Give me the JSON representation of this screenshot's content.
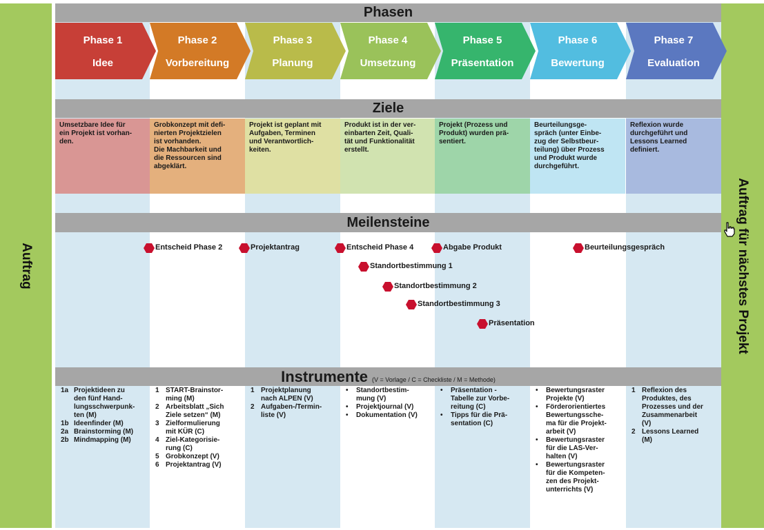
{
  "colors": {
    "sideband": "#a3c95e",
    "section_bar": "#a6a6a6",
    "column_light": "#d6e8f2",
    "milestone_marker": "#c8102e"
  },
  "left_band": {
    "label": "Auftrag"
  },
  "right_band": {
    "label": "Auftrag für nächstes Projekt"
  },
  "sections": {
    "phasen": "Phasen",
    "ziele": "Ziele",
    "meilensteine": "Meilensteine",
    "instrumente": "Instrumente",
    "instrumente_legend": "(V = Vorlage / C = Checkliste / M = Methode)"
  },
  "phases": [
    {
      "label": "Phase 1",
      "name": "Idee",
      "color": "#c73f37",
      "goal_color": "#d99694"
    },
    {
      "label": "Phase 2",
      "name": "Vorbereitung",
      "color": "#d37a26",
      "goal_color": "#e4b07d"
    },
    {
      "label": "Phase 3",
      "name": "Planung",
      "color": "#b9bb4a",
      "goal_color": "#dfe0a3"
    },
    {
      "label": "Phase 4",
      "name": "Umsetzung",
      "color": "#9ac25a",
      "goal_color": "#d1e3b0"
    },
    {
      "label": "Phase 5",
      "name": "Präsentation",
      "color": "#36b56d",
      "goal_color": "#9ed5a9"
    },
    {
      "label": "Phase 6",
      "name": "Bewertung",
      "color": "#52bde0",
      "goal_color": "#bfe5f3"
    },
    {
      "label": "Phase 7",
      "name": "Evaluation",
      "color": "#5b78c0",
      "goal_color": "#a8badf"
    }
  ],
  "goals": [
    [
      "Umsetzbare Idee für",
      "ein Projekt ist vorhan-",
      "den."
    ],
    [
      "Grobkonzept mit defi-",
      "nierten Projektzielen",
      "ist vorhanden.",
      "Die Machbarkeit und",
      "die Ressourcen sind",
      "abgeklärt."
    ],
    [
      "Projekt ist geplant mit",
      "Aufgaben, Terminen",
      "und Verantwortlich-",
      "keiten."
    ],
    [
      "Produkt ist in der ver-",
      "einbarten Zeit, Quali-",
      "tät und Funktionalität",
      "erstellt."
    ],
    [
      "Projekt (Prozess und",
      "Produkt) wurden prä-",
      "sentiert."
    ],
    [
      "Beurteilungsge-",
      "spräch (unter Einbe-",
      "zug der Selbstbeur-",
      "teilung) über Prozess",
      "und Produkt wurde",
      "durchgeführt."
    ],
    [
      "Reflexion wurde",
      "durchgeführt und",
      "Lessons Learned",
      "definiert."
    ]
  ],
  "milestones": [
    "Entscheid Phase 2",
    "Projektantrag",
    "Entscheid Phase 4",
    "Abgabe Produkt",
    "Beurteilungsgespräch",
    "Standortbestimmung 1",
    "Standortbestimmung 2",
    "Standortbestimmung 3",
    "Präsentation"
  ],
  "instruments": [
    [
      {
        "n": "1a",
        "lines": [
          "Projektideen zu",
          "den fünf Hand-",
          "lungsschwerpunk-",
          "ten (M)"
        ]
      },
      {
        "n": "1b",
        "lines": [
          "Ideenfinder (M)"
        ]
      },
      {
        "n": "2a",
        "lines": [
          "Brainstorming (M)"
        ]
      },
      {
        "n": "2b",
        "lines": [
          "Mindmapping (M)"
        ]
      }
    ],
    [
      {
        "n": "1",
        "lines": [
          "START-Brainstor-",
          "ming (M)"
        ]
      },
      {
        "n": "2",
        "lines": [
          "Arbeitsblatt „Sich",
          "Ziele setzen“ (M)"
        ]
      },
      {
        "n": "3",
        "lines": [
          "Zielformulierung",
          "mit KÜR (C)"
        ]
      },
      {
        "n": "4",
        "lines": [
          "Ziel-Kategorisie-",
          "rung (C)"
        ]
      },
      {
        "n": "5",
        "lines": [
          "Grobkonzept (V)"
        ]
      },
      {
        "n": "6",
        "lines": [
          "Projektantrag (V)"
        ]
      }
    ],
    [
      {
        "n": "1",
        "lines": [
          "Projektplanung",
          "nach ALPEN (V)"
        ]
      },
      {
        "n": "2",
        "lines": [
          "Aufgaben-/Termin-",
          "liste (V)"
        ]
      }
    ],
    [
      {
        "n": "•",
        "lines": [
          "Standortbestim-",
          "mung (V)"
        ]
      },
      {
        "n": "•",
        "lines": [
          "Projektjournal (V)"
        ]
      },
      {
        "n": "•",
        "lines": [
          "Dokumentation (V)"
        ]
      }
    ],
    [
      {
        "n": "•",
        "lines": [
          "Präsentation -",
          "Tabelle zur Vorbe-",
          "reitung (C)"
        ]
      },
      {
        "n": "•",
        "lines": [
          "Tipps für die Prä-",
          "sentation (C)"
        ]
      }
    ],
    [
      {
        "n": "•",
        "lines": [
          "Bewertungsraster",
          "Projekte (V)"
        ]
      },
      {
        "n": "•",
        "lines": [
          "Förderorientiertes",
          "Bewertungssche-",
          "ma für die Projekt-",
          "arbeit (V)"
        ]
      },
      {
        "n": "•",
        "lines": [
          "Bewertungsraster",
          "für die LAS-Ver-",
          "halten (V)"
        ]
      },
      {
        "n": "•",
        "lines": [
          "Bewertungsraster",
          "für die Kompeten-",
          "zen des Projekt-",
          "unterrichts (V)"
        ]
      }
    ],
    [
      {
        "n": "1",
        "lines": [
          "Reflexion des",
          "Produktes, des",
          "Prozesses und der",
          "Zusammenarbeit",
          "(V)"
        ]
      },
      {
        "n": "2",
        "lines": [
          "Lessons Learned",
          "(M)"
        ]
      }
    ]
  ]
}
